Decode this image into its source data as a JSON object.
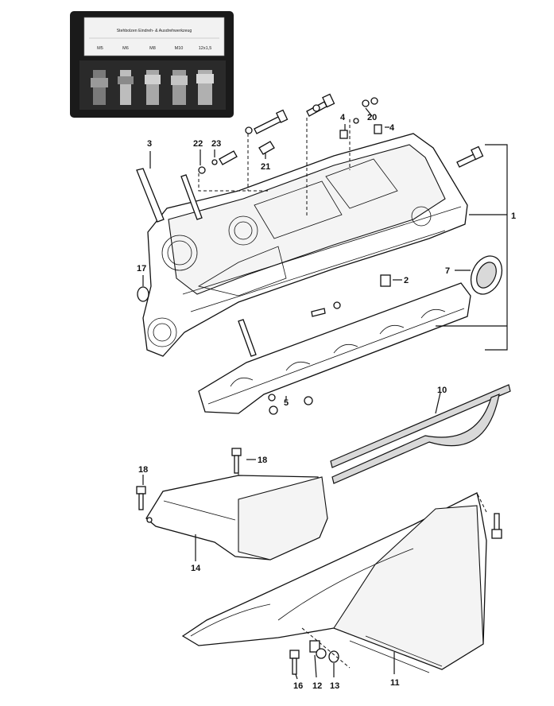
{
  "kit": {
    "title": "Stehbolzen Eindreh- & Ausdrehwerkzeug",
    "sizes": [
      "M5",
      "M6",
      "M8",
      "M10",
      "12x1,5"
    ]
  },
  "callouts": {
    "c1": "1",
    "c2": "2",
    "c3": "3",
    "c4a": "4",
    "c4b": "4",
    "c5": "5",
    "c7": "7",
    "c10": "10",
    "c11": "11",
    "c12": "12",
    "c13": "13",
    "c14": "14",
    "c16": "16",
    "c17": "17",
    "c18a": "18",
    "c18b": "18",
    "c20": "20",
    "c21": "21",
    "c22": "22",
    "c23": "23"
  }
}
